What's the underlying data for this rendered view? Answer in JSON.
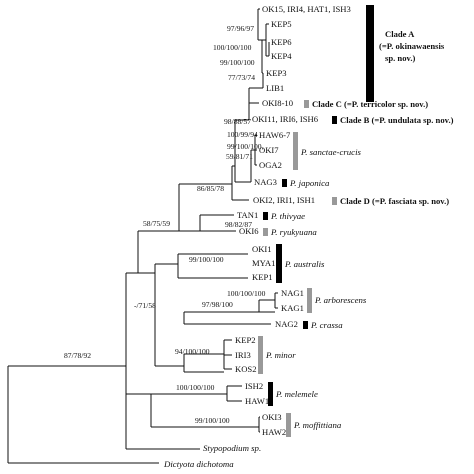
{
  "colors": {
    "line": "#111111",
    "black_bar": "#000000",
    "gray_bar": "#999999"
  },
  "tips": {
    "t_ok15": "OK15, IRI4, HAT1, ISH3",
    "t_kep5": "KEP5",
    "t_kep6": "KEP6",
    "t_kep4": "KEP4",
    "t_kep3": "KEP3",
    "t_lib1": "LIB1",
    "t_oki8": "OKI8-10",
    "t_oki11": "OKI11, IRI6, ISH6",
    "t_haw6": "HAW6-7",
    "t_oki7": "OKI7",
    "t_oga2": "OGA2",
    "t_nag3": "NAG3",
    "t_oki2": "OKI2, IRI1, ISH1",
    "t_tan1": "TAN1",
    "t_oki6": "OKI6",
    "t_oki1": "OKI1",
    "t_mya1": "MYA1",
    "t_kep1": "KEP1",
    "t_nag1": "NAG1",
    "t_kag1": "KAG1",
    "t_nag2": "NAG2",
    "t_kep2": "KEP2",
    "t_iri3": "IRI3",
    "t_kos2": "KOS2",
    "t_ish2": "ISH2",
    "t_haw1": "HAW1",
    "t_oki3": "OKI3",
    "t_haw2": "HAW2",
    "t_stypo": "Stypopodium sp.",
    "t_dicty": "Dictyota dichotoma"
  },
  "supports": {
    "s1": "97/96/97",
    "s2": "100/100/100",
    "s3": "99/100/100",
    "s4": "77/73/74",
    "s5": "98/88/57",
    "s6": "100/99/94",
    "s7": "99/100/100,",
    "s8": "59/81/71",
    "s9": "86/85/78",
    "s10": "98/82/87",
    "s11": "58/75/59",
    "s12": "99/100/100",
    "s13": "100/100/100",
    "s14": "97/98/100",
    "s15": "-/71/58",
    "s16": "94/100/100",
    "s17": "87/78/92",
    "s18": "100/100/100",
    "s19": "99/100/100"
  },
  "groups": {
    "g_cladeA1": "Clade A",
    "g_cladeA2": "(=P. okinawaensis",
    "g_cladeA3": "sp. nov.)",
    "g_cladeC": "Clade C (=P. terricolor sp. nov.)",
    "g_cladeB": "Clade B (=P. undulata sp. nov.)",
    "g_sanctae": "P. sanctae-crucis",
    "g_japonica": "P. japonica",
    "g_cladeD": "Clade D (=P. fasciata sp. nov.)",
    "g_thivyae": "P. thivyae",
    "g_ryukyuana": "P. ryukyuana",
    "g_australis": "P. australis",
    "g_arborescens": "P. arborescens",
    "g_crassa": "P. crassa",
    "g_minor": "P. minor",
    "g_melemele": "P. melemele",
    "g_moffittiana": "P. moffittiana"
  }
}
